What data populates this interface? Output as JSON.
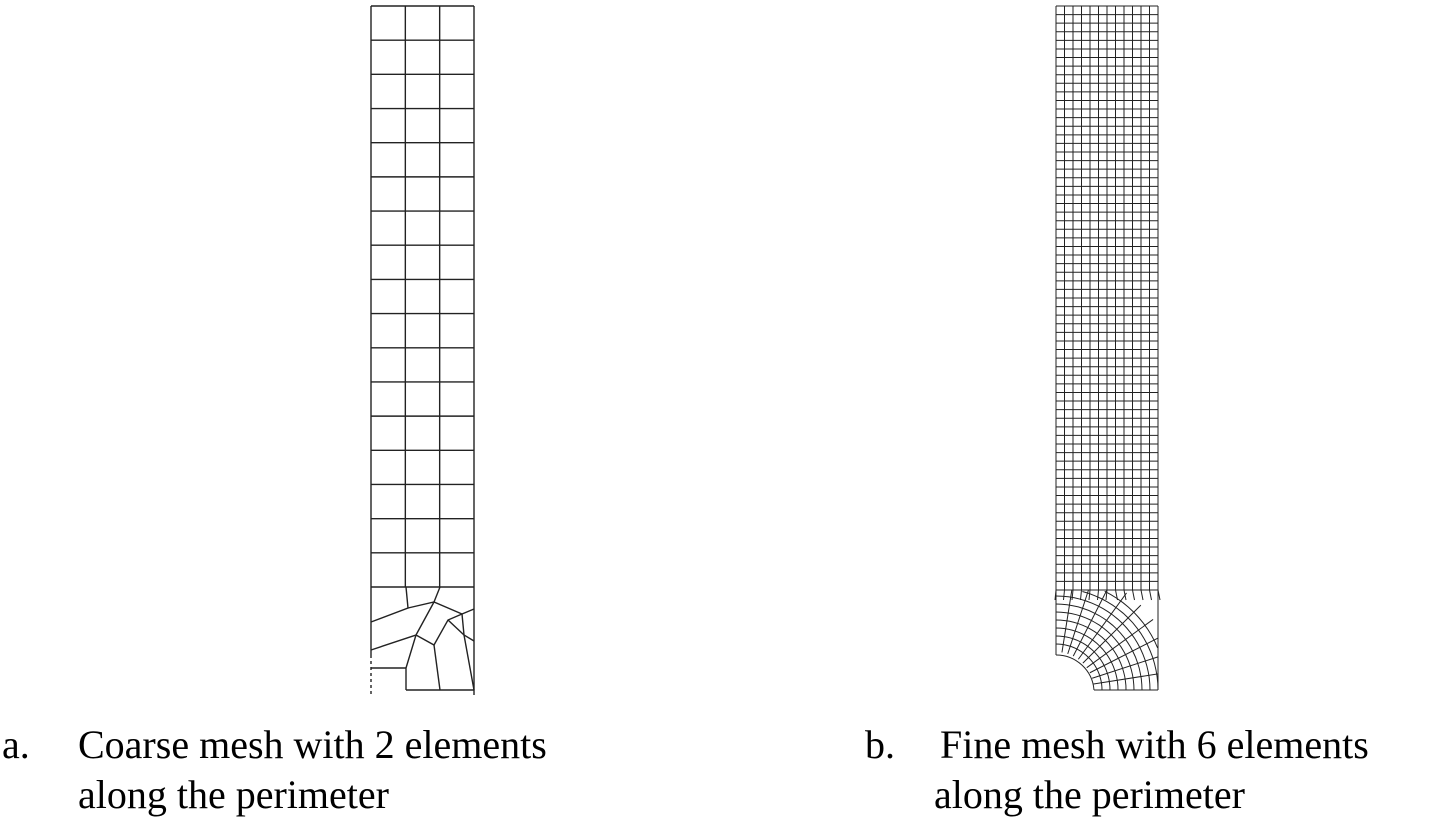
{
  "figure_a": {
    "marker": "a.",
    "caption_line1": "Coarse mesh with 2 elements",
    "caption_line2": "along the perimeter"
  },
  "figure_b": {
    "marker": "b.",
    "caption_line1": "Fine mesh with 6 elements",
    "caption_line2": "along the perimeter"
  }
}
